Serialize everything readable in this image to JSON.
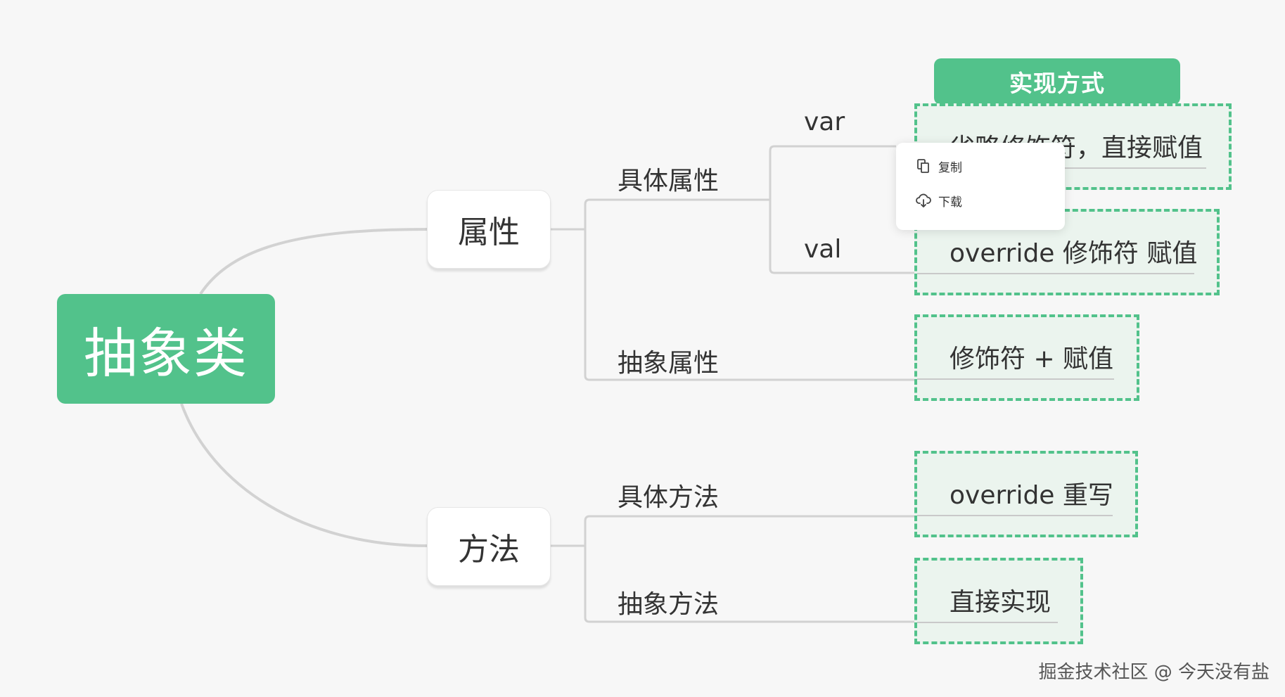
{
  "mindmap": {
    "root": "抽象类",
    "branches": [
      {
        "label": "属性",
        "children": [
          {
            "label": "具体属性",
            "children": [
              {
                "label": "var",
                "leaf": "省略修饰符，直接赋值"
              },
              {
                "label": "val",
                "leaf": "override 修饰符 赋值"
              }
            ]
          },
          {
            "label": "抽象属性",
            "leaf": "修饰符 + 赋值"
          }
        ]
      },
      {
        "label": "方法",
        "children": [
          {
            "label": "具体方法",
            "leaf": "override 重写"
          },
          {
            "label": "抽象方法",
            "leaf": "直接实现"
          }
        ]
      }
    ],
    "summary_label": "实现方式"
  },
  "context_menu": {
    "items": [
      {
        "label": "复制",
        "icon": "copy-icon"
      },
      {
        "label": "下载",
        "icon": "cloud-download-icon"
      }
    ]
  },
  "watermark": "掘金技术社区 @ 今天没有盐",
  "colors": {
    "accent": "#52c28b",
    "leaf_background": "#ebf4ee",
    "connector": "#d0d0d0",
    "background": "#f7f7f7"
  }
}
